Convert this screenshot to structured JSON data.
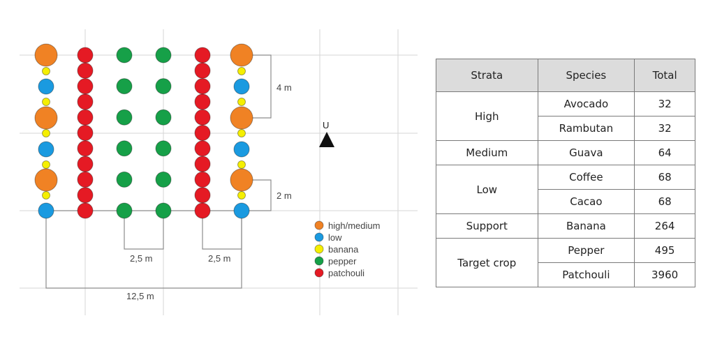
{
  "diagram": {
    "orientation_label": "U",
    "dimensions": {
      "row_spacing": "4 m",
      "small_spacing": "2 m",
      "inner_gap_left": "2,5 m",
      "inner_gap_right": "2,5 m",
      "total_width": "12,5 m"
    },
    "legend": [
      {
        "label": "high/medium",
        "color": "#f08224"
      },
      {
        "label": "low",
        "color": "#1a9ae0"
      },
      {
        "label": "banana",
        "color": "#f5ef00"
      },
      {
        "label": "pepper",
        "color": "#16a048"
      },
      {
        "label": "patchouli",
        "color": "#e51a24"
      }
    ],
    "colors": {
      "high_medium": "#f08224",
      "low": "#1a9ae0",
      "banana": "#f5ef00",
      "pepper": "#16a048",
      "patchouli": "#e51a24",
      "grid": "#d6d6d6",
      "line": "#8c8c8c"
    }
  },
  "table": {
    "headers": [
      "Strata",
      "Species",
      "Total"
    ],
    "groups": [
      {
        "strata": "High",
        "rows": [
          {
            "species": "Avocado",
            "total": "32"
          },
          {
            "species": "Rambutan",
            "total": "32"
          }
        ]
      },
      {
        "strata": "Medium",
        "rows": [
          {
            "species": "Guava",
            "total": "64"
          }
        ]
      },
      {
        "strata": "Low",
        "rows": [
          {
            "species": "Coffee",
            "total": "68"
          },
          {
            "species": "Cacao",
            "total": "68"
          }
        ]
      },
      {
        "strata": "Support",
        "rows": [
          {
            "species": "Banana",
            "total": "264"
          }
        ]
      },
      {
        "strata": "Target crop",
        "rows": [
          {
            "species": "Pepper",
            "total": "495"
          },
          {
            "species": "Patchouli",
            "total": "3960"
          }
        ]
      }
    ]
  }
}
